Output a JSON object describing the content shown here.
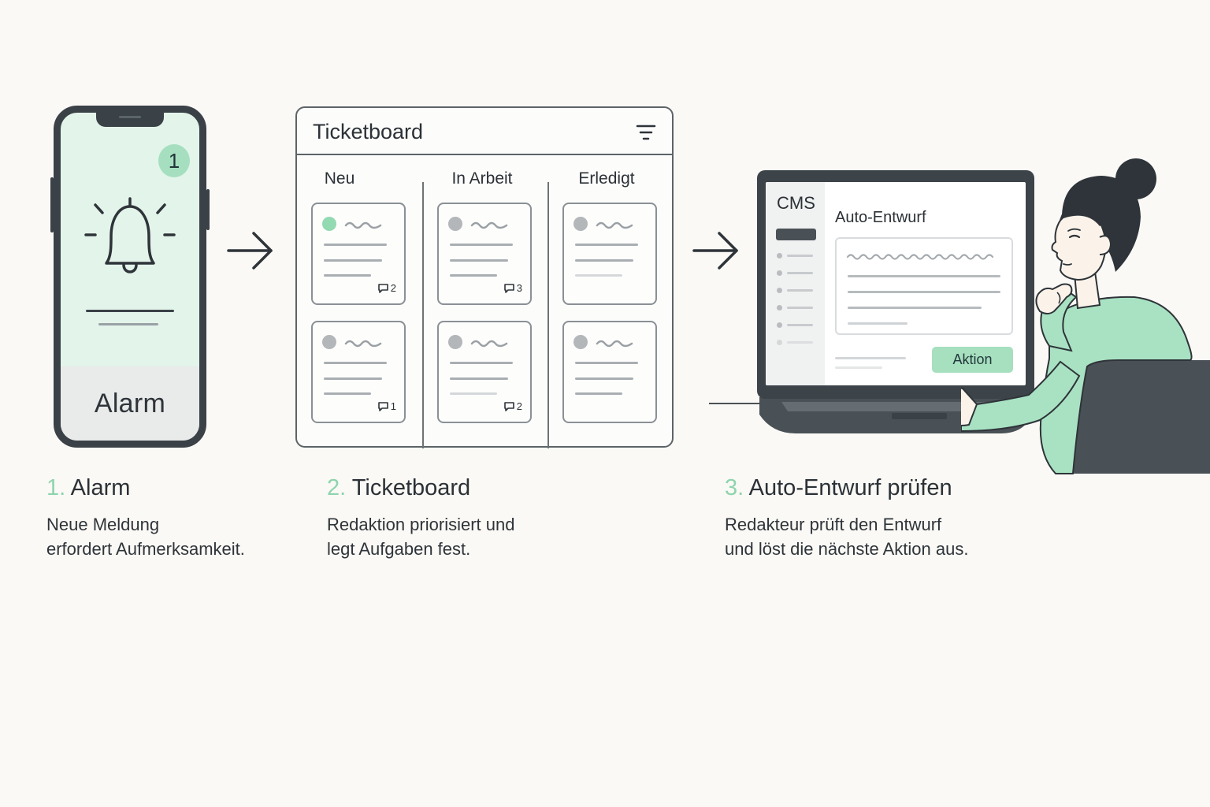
{
  "phone": {
    "badge": "1",
    "label": "Alarm"
  },
  "board": {
    "title": "Ticketboard",
    "columns": [
      "Neu",
      "In Arbeit",
      "Erledigt"
    ],
    "comments": {
      "neu_1": "2",
      "inarbeit_1": "3",
      "neu_2": "1",
      "inarbeit_2": "2"
    }
  },
  "cms": {
    "sidebar_title": "CMS",
    "main_title": "Auto-Entwurf",
    "action_button": "Aktion"
  },
  "steps": [
    {
      "number": "1.",
      "title": "Alarm",
      "text_line1": "Neue Meldung",
      "text_line2": "erfordert Aufmerksamkeit."
    },
    {
      "number": "2.",
      "title": "Ticketboard",
      "text_line1": "Redaktion priorisiert und",
      "text_line2": "legt Aufgaben fest."
    },
    {
      "number": "3.",
      "title": "Auto-Entwurf prüfen",
      "text_line1": "Redakteur prüft den Entwurf",
      "text_line2": "und löst die nächste Aktion aus."
    }
  ],
  "colors": {
    "accent_green": "#8fd4ae",
    "dark": "#3a4147",
    "background": "#faf9f5"
  },
  "icons": [
    "bell-icon",
    "filter-icon",
    "arrow-right-icon",
    "comment-icon"
  ]
}
